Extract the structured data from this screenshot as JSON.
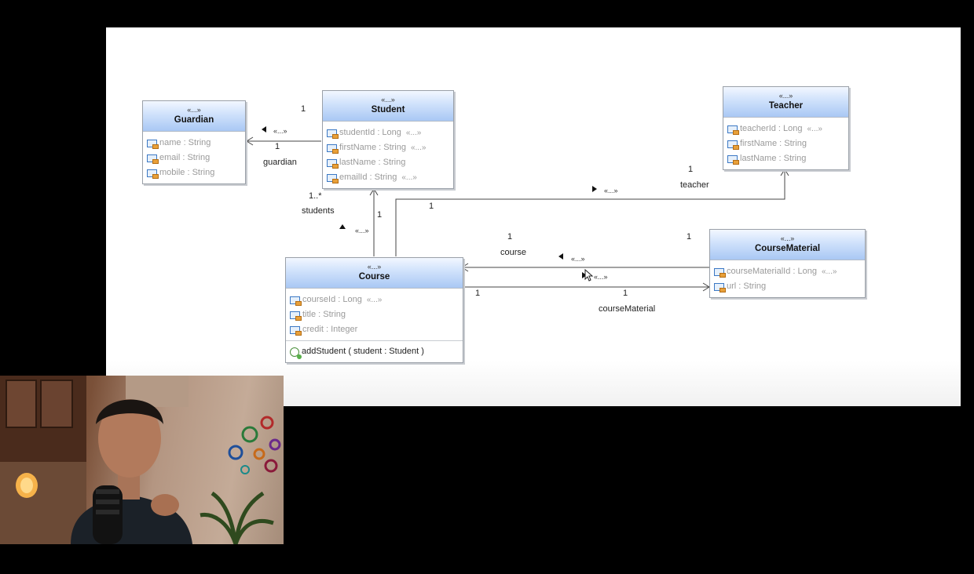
{
  "classes": {
    "guardian": {
      "stereotype": "«...»",
      "name": "Guardian",
      "attrs": [
        {
          "text": "name : String"
        },
        {
          "text": "email : String"
        },
        {
          "text": "mobile : String"
        }
      ]
    },
    "student": {
      "stereotype": "«...»",
      "name": "Student",
      "attrs": [
        {
          "text": "studentId : Long",
          "st": "«...»"
        },
        {
          "text": "firstName : String",
          "st": "«...»"
        },
        {
          "text": "lastName : String"
        },
        {
          "text": "emailId : String",
          "st": "«...»"
        }
      ]
    },
    "teacher": {
      "stereotype": "«...»",
      "name": "Teacher",
      "attrs": [
        {
          "text": "teacherId : Long",
          "st": "«...»"
        },
        {
          "text": "firstName : String"
        },
        {
          "text": "lastName : String"
        }
      ]
    },
    "course": {
      "stereotype": "«...»",
      "name": "Course",
      "attrs": [
        {
          "text": "courseId : Long",
          "st": "«...»"
        },
        {
          "text": "title : String"
        },
        {
          "text": "credit : Integer"
        }
      ],
      "ops": [
        {
          "text": "addStudent ( student : Student )"
        }
      ]
    },
    "courseMaterial": {
      "stereotype": "«...»",
      "name": "CourseMaterial",
      "attrs": [
        {
          "text": "courseMaterialId : Long",
          "st": "«...»"
        },
        {
          "text": "url : String"
        }
      ]
    }
  },
  "associations": {
    "guardian": {
      "mult_student": "1",
      "mult_guardian": "1",
      "role": "guardian",
      "stereotype": "«...»"
    },
    "students": {
      "mult_many": "1..*",
      "mult_one": "1",
      "role": "students",
      "stereotype": "«...»"
    },
    "teacher": {
      "mult_course": "1",
      "mult_teacher": "1",
      "role": "teacher",
      "stereotype": "«...»"
    },
    "course": {
      "mult_course": "1",
      "mult_material": "1",
      "role": "course",
      "stereotype": "«...»"
    },
    "courseMaterial": {
      "mult_course": "1",
      "mult_material": "1",
      "role": "courseMaterial",
      "stereotype": "«...»"
    }
  }
}
